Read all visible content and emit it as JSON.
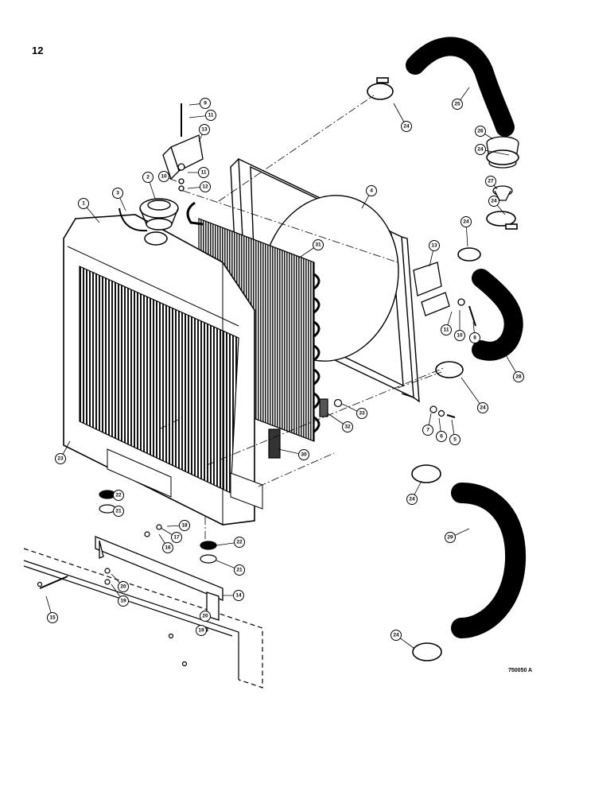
{
  "page": {
    "number": "12",
    "drawing_code": "750050 A"
  },
  "callouts": [
    {
      "id": "c1",
      "label": "1"
    },
    {
      "id": "c2",
      "label": "2"
    },
    {
      "id": "c3",
      "label": "3"
    },
    {
      "id": "c4",
      "label": "4"
    },
    {
      "id": "c5",
      "label": "5"
    },
    {
      "id": "c6",
      "label": "6"
    },
    {
      "id": "c7",
      "label": "7"
    },
    {
      "id": "c8",
      "label": "8"
    },
    {
      "id": "c9",
      "label": "9"
    },
    {
      "id": "c10a",
      "label": "10"
    },
    {
      "id": "c10b",
      "label": "10"
    },
    {
      "id": "c11a",
      "label": "11"
    },
    {
      "id": "c11b",
      "label": "11"
    },
    {
      "id": "c11c",
      "label": "11"
    },
    {
      "id": "c12",
      "label": "12"
    },
    {
      "id": "c13a",
      "label": "13"
    },
    {
      "id": "c13b",
      "label": "13"
    },
    {
      "id": "c14",
      "label": "14"
    },
    {
      "id": "c15",
      "label": "15"
    },
    {
      "id": "c16",
      "label": "16"
    },
    {
      "id": "c17",
      "label": "17"
    },
    {
      "id": "c18",
      "label": "18"
    },
    {
      "id": "c19a",
      "label": "19"
    },
    {
      "id": "c19b",
      "label": "19"
    },
    {
      "id": "c20a",
      "label": "20"
    },
    {
      "id": "c20b",
      "label": "20"
    },
    {
      "id": "c21a",
      "label": "21"
    },
    {
      "id": "c21b",
      "label": "21"
    },
    {
      "id": "c22a",
      "label": "22"
    },
    {
      "id": "c22b",
      "label": "22"
    },
    {
      "id": "c23",
      "label": "23"
    },
    {
      "id": "c24a",
      "label": "24"
    },
    {
      "id": "c24b",
      "label": "24"
    },
    {
      "id": "c24c",
      "label": "24"
    },
    {
      "id": "c24d",
      "label": "24"
    },
    {
      "id": "c24e",
      "label": "24"
    },
    {
      "id": "c24f",
      "label": "24"
    },
    {
      "id": "c24g",
      "label": "24"
    },
    {
      "id": "c25",
      "label": "25"
    },
    {
      "id": "c26",
      "label": "26"
    },
    {
      "id": "c27",
      "label": "27"
    },
    {
      "id": "c28",
      "label": "28"
    },
    {
      "id": "c29",
      "label": "29"
    },
    {
      "id": "c30",
      "label": "30"
    },
    {
      "id": "c31",
      "label": "31"
    },
    {
      "id": "c32",
      "label": "32"
    },
    {
      "id": "c33",
      "label": "33"
    }
  ]
}
